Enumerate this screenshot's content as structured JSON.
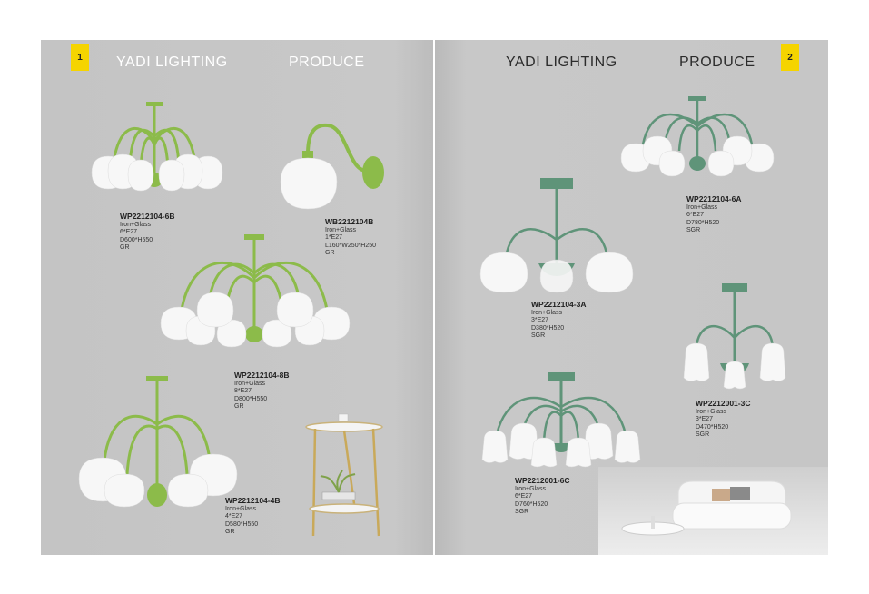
{
  "colors": {
    "page_bg": "#c6c6c6",
    "accent_yellow": "#f5d400",
    "green_GR": "#8cbb4a",
    "green_SGR": "#5f9479",
    "glass": "#f7f7f7"
  },
  "left_page": {
    "page_number": "1",
    "brand": "YADI LIGHTING",
    "section": "PRODUCE",
    "products": [
      {
        "code": "WP2212104-6B",
        "material": "Iron+Glass",
        "bulbs": "6*E27",
        "size": "D600*H550",
        "color": "GR"
      },
      {
        "code": "WB2212104B",
        "material": "Iron+Glass",
        "bulbs": "1*E27",
        "size": "L160*W250*H250",
        "color": "GR"
      },
      {
        "code": "WP2212104-8B",
        "material": "Iron+Glass",
        "bulbs": "8*E27",
        "size": "D800*H550",
        "color": "GR"
      },
      {
        "code": "WP2212104-4B",
        "material": "Iron+Glass",
        "bulbs": "4*E27",
        "size": "D580*H550",
        "color": "GR"
      }
    ]
  },
  "right_page": {
    "page_number": "2",
    "brand": "YADI LIGHTING",
    "section": "PRODUCE",
    "products": [
      {
        "code": "WP2212104-6A",
        "material": "Iron+Glass",
        "bulbs": "6*E27",
        "size": "D780*H520",
        "color": "SGR"
      },
      {
        "code": "WP2212104-3A",
        "material": "Iron+Glass",
        "bulbs": "3*E27",
        "size": "D380*H520",
        "color": "SGR"
      },
      {
        "code": "WP2212001-3C",
        "material": "Iron+Glass",
        "bulbs": "3*E27",
        "size": "D470*H520",
        "color": "SGR"
      },
      {
        "code": "WP2212001-6C",
        "material": "Iron+Glass",
        "bulbs": "6*E27",
        "size": "D760*H520",
        "color": "SGR"
      }
    ]
  }
}
